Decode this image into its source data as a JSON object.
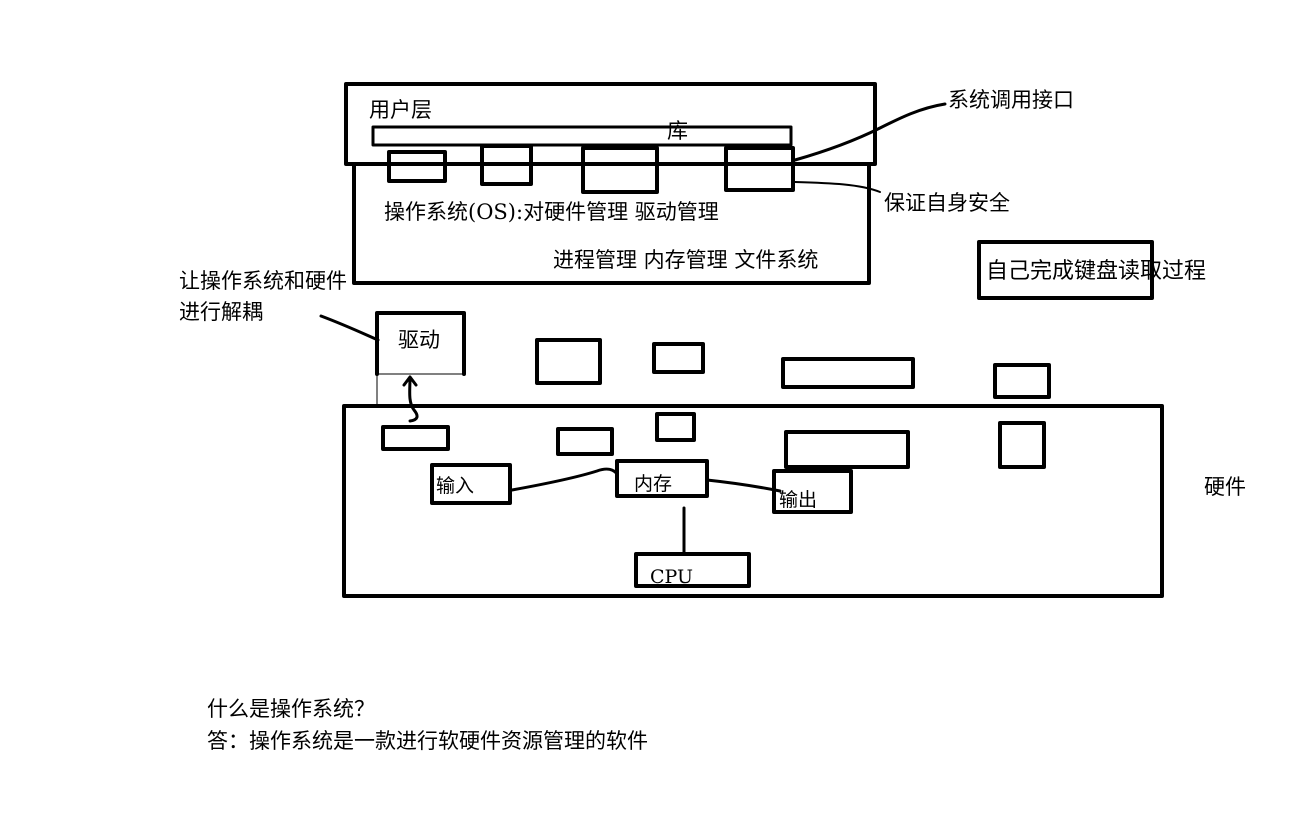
{
  "labels": {
    "user_layer": "用户层",
    "library": "库",
    "syscall_interface": "系统调用接口",
    "os_line": "操作系统(OS):对硬件管理 驱动管理",
    "os_subsystems": "进程管理 内存管理   文件系统",
    "protect_self": "保证自身安全",
    "keyboard_read": "自己完成键盘读取过程",
    "decouple_line1": "让操作系统和硬件",
    "decouple_line2": "进行解耦",
    "driver": "驱动",
    "input": "输入",
    "memory": "内存",
    "output": "输出",
    "cpu": "CPU",
    "hardware": "硬件"
  },
  "qa": {
    "question": "什么是操作系统？",
    "answer": "答：操作系统是一款进行软硬件资源管理的软件"
  },
  "colors": {
    "ink": "#000000",
    "background": "#ffffff"
  }
}
